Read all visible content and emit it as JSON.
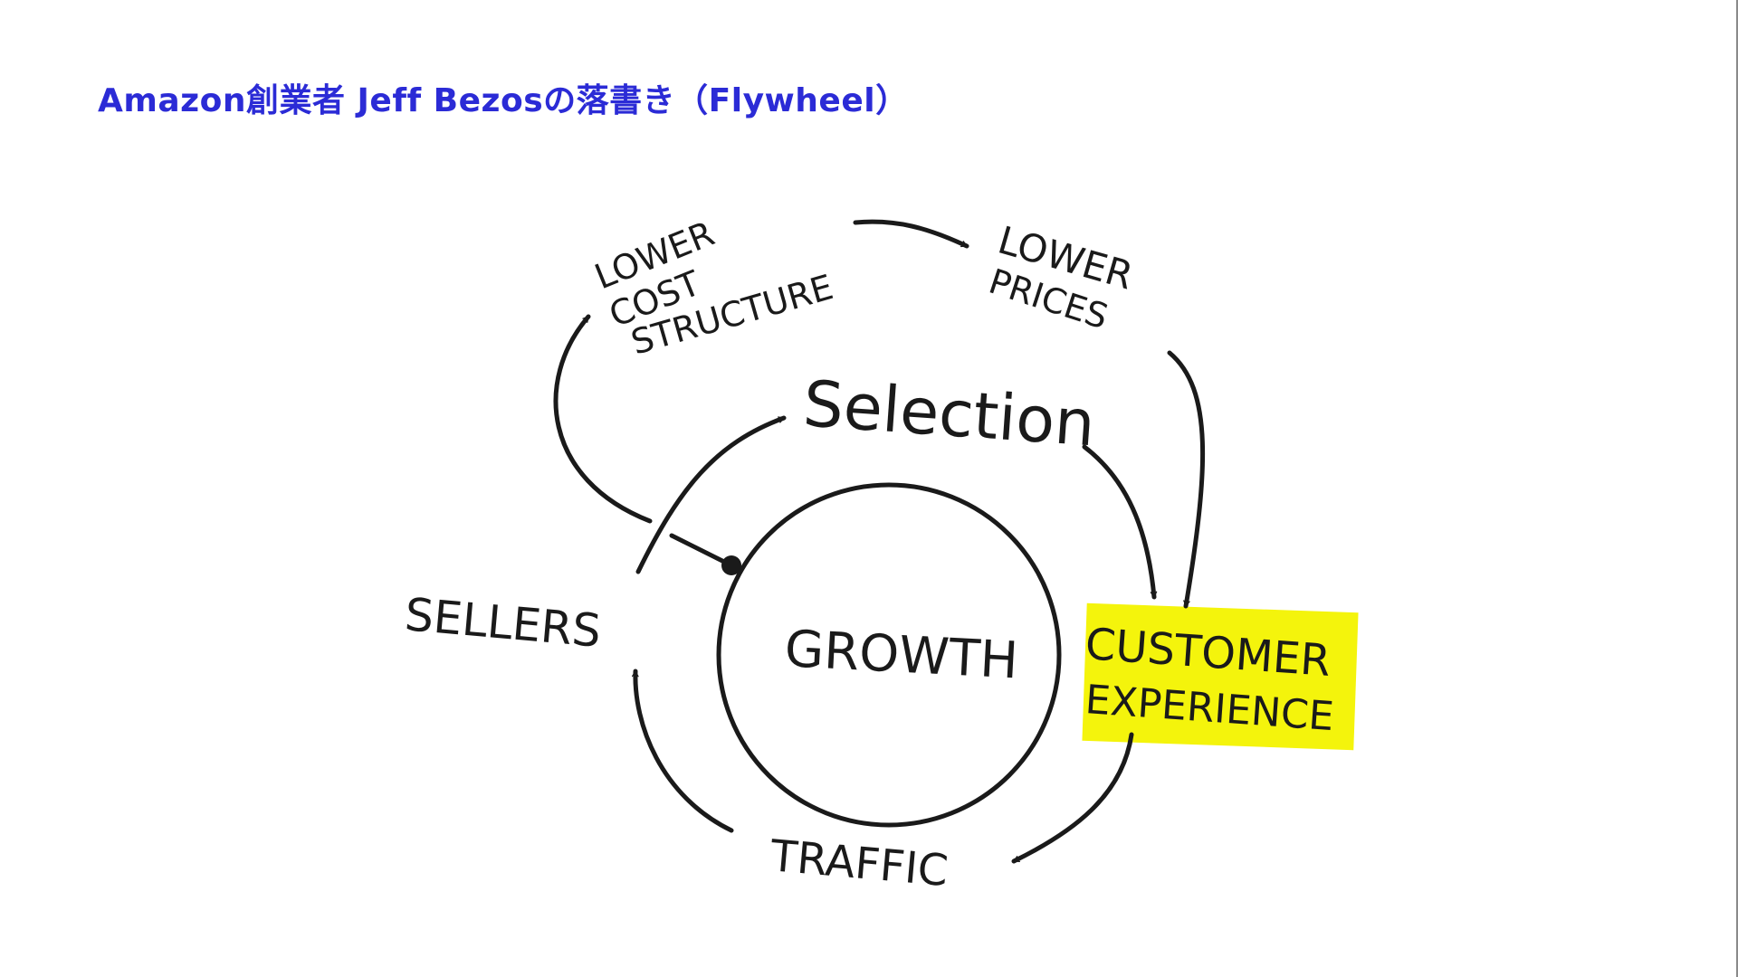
{
  "title": "Amazon創業者 Jeff Bezosの落書き（Flywheel）",
  "colors": {
    "title": "#2b2bd6",
    "ink": "#1a1a1a",
    "highlight": "#f4f40c"
  },
  "diagram": {
    "center": "GROWTH",
    "lower_cost": [
      "LOWER",
      "COST",
      "STRUCTURE"
    ],
    "lower_prices": [
      "LOWER",
      "PRICES"
    ],
    "selection": "Selection",
    "sellers": "SELLERS",
    "customer_experience": [
      "CUSTOMER",
      "EXPERIENCE"
    ],
    "traffic": "TRAFFIC"
  }
}
